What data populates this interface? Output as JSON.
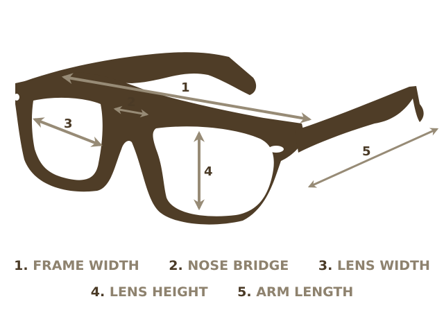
{
  "colors": {
    "frame": "#4f3d27",
    "arrow": "#978b76",
    "number_text": "#4a3a26",
    "label_text": "#8e826e",
    "background": "#ffffff"
  },
  "diagram": {
    "subject": "eyeglasses frame measurement diagram",
    "markers": [
      "1",
      "2",
      "3",
      "4",
      "5"
    ]
  },
  "legend": {
    "items": [
      {
        "num": "1.",
        "label": "FRAME WIDTH"
      },
      {
        "num": "2.",
        "label": "NOSE BRIDGE"
      },
      {
        "num": "3.",
        "label": "LENS WIDTH"
      },
      {
        "num": "4.",
        "label": "LENS HEIGHT"
      },
      {
        "num": "5.",
        "label": "ARM LENGTH"
      }
    ]
  }
}
